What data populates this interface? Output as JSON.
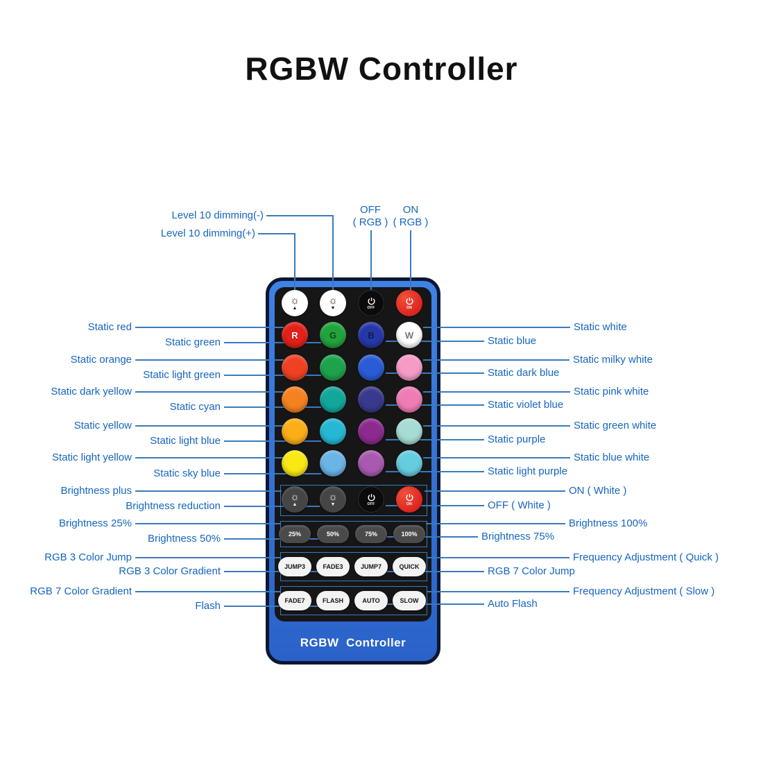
{
  "title": "RGBW Controller",
  "colors": {
    "label_blue": "#1565c0",
    "line_blue": "#3a7abd",
    "remote_blue": "#2e6fd8",
    "panel_black": "#161616"
  },
  "callouts": {
    "top": {
      "dimming_minus": "Level 10 dimming(-)",
      "dimming_plus": "Level 10 dimming(+)",
      "off_rgb_line1": "OFF",
      "off_rgb_line2": "( RGB )",
      "on_rgb_line1": "ON",
      "on_rgb_line2": "( RGB )"
    },
    "left": [
      "Static red",
      "Static green",
      "Static orange",
      "Static light green",
      "Static dark yellow",
      "Static cyan",
      "Static yellow",
      "Static light blue",
      "Static light yellow",
      "Static sky blue",
      "Brightness plus",
      "Brightness reduction",
      "Brightness 25%",
      "Brightness 50%",
      "RGB 3 Color Jump",
      "RGB 3 Color Gradient",
      "RGB 7 Color Gradient",
      "Flash"
    ],
    "right": [
      "Static white",
      "Static blue",
      "Static milky white",
      "Static dark blue",
      "Static pink white",
      "Static violet blue",
      "Static green white",
      "Static purple",
      "Static blue white",
      "Static light purple",
      "ON ( White )",
      "OFF ( White )",
      "Brightness 100%",
      "Brightness 75%",
      "Frequency Adjustment ( Quick )",
      "RGB 7 Color Jump",
      "Frequency Adjustment ( Slow )",
      "Auto Flash"
    ]
  },
  "remote": {
    "brand": "RGBW  Controller",
    "power": {
      "off": "OFF",
      "on": "ON"
    },
    "color_buttons": [
      {
        "label": "R",
        "color": "#e32119"
      },
      {
        "label": "G",
        "color": "#22a33c"
      },
      {
        "label": "B",
        "color": "#2638a8"
      },
      {
        "label": "W",
        "color": "#ffffff"
      },
      {
        "label": "",
        "color": "#ef4123"
      },
      {
        "label": "",
        "color": "#1fa24c"
      },
      {
        "label": "",
        "color": "#2a5cd7"
      },
      {
        "label": "",
        "color": "#f59bc6"
      },
      {
        "label": "",
        "color": "#f58220"
      },
      {
        "label": "",
        "color": "#13a79b"
      },
      {
        "label": "",
        "color": "#39398f"
      },
      {
        "label": "",
        "color": "#f07cb5"
      },
      {
        "label": "",
        "color": "#fbae17"
      },
      {
        "label": "",
        "color": "#25b7d3"
      },
      {
        "label": "",
        "color": "#8d2a8f"
      },
      {
        "label": "",
        "color": "#a6dcd3"
      },
      {
        "label": "",
        "color": "#f9e814"
      },
      {
        "label": "",
        "color": "#6ab4e6"
      },
      {
        "label": "",
        "color": "#a85ab0"
      },
      {
        "label": "",
        "color": "#66cde0"
      }
    ],
    "percent": [
      "25%",
      "50%",
      "75%",
      "100%"
    ],
    "modes": [
      "JUMP3",
      "FADE3",
      "JUMP7",
      "QUICK",
      "FADE7",
      "FLASH",
      "AUTO",
      "SLOW"
    ]
  }
}
